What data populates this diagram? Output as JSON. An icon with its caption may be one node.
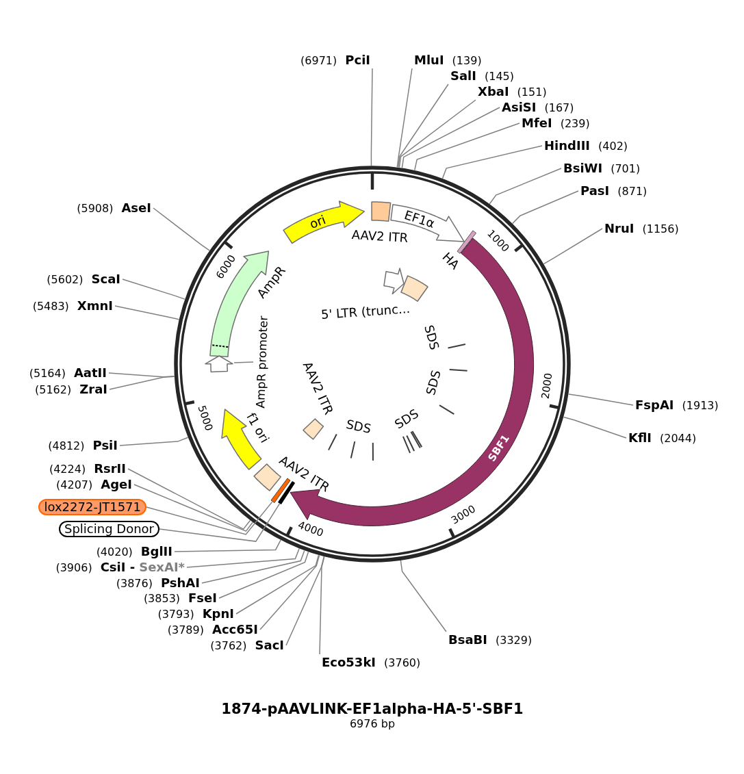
{
  "diagram": {
    "title": "1874-pAAVLINK-EF1alpha-HA-5'-SBF1",
    "nodes": [
      {
        "text": [
          "(6971)",
          "PciI"
        ]
      },
      {
        "text": [
          "MluI",
          "(139)"
        ]
      },
      {
        "text": [
          "SalI",
          "(145)"
        ]
      },
      {
        "text": [
          "XbaI",
          "(151)"
        ]
      },
      {
        "text": [
          "AsiSI",
          "(167)"
        ]
      },
      {
        "text": [
          "MfeI",
          "(239)"
        ]
      },
      {
        "text": [
          "HindIII",
          "(402)"
        ]
      },
      {
        "text": [
          "BsiWI",
          "(701)"
        ]
      },
      {
        "text": [
          "PasI",
          "(871)"
        ]
      },
      {
        "text": [
          "(5908)",
          "AseI"
        ]
      },
      {
        "text": [
          "NruI",
          "(1156)"
        ]
      },
      {
        "text": [
          "(5602)",
          "ScaI"
        ]
      },
      {
        "text": [
          "(5483)",
          "XmnI"
        ]
      },
      {
        "text": [
          "(5164)",
          "AatII"
        ]
      },
      {
        "text": [
          "(5162)",
          "ZraI"
        ]
      },
      {
        "text": [
          "FspAI",
          "(1913)"
        ]
      },
      {
        "text": [
          "KflI",
          "(2044)"
        ]
      },
      {
        "text": [
          "(4812)",
          "PsiI"
        ]
      },
      {
        "text": [
          "(4224)",
          "RsrII"
        ]
      },
      {
        "text": [
          "(4207)",
          "AgeI"
        ]
      },
      {
        "text": [
          "lox2272-JT1571"
        ]
      },
      {
        "text": [
          "Splicing Donor"
        ]
      },
      {
        "text": [
          "(4020)",
          "BglII"
        ]
      },
      {
        "text": [
          "(3906)",
          "CsiI -",
          "SexAI*"
        ]
      },
      {
        "text": [
          "(3876)",
          "PshAI"
        ]
      },
      {
        "text": [
          "(3853)",
          "FseI"
        ]
      },
      {
        "text": [
          "(3793)",
          "KpnI"
        ]
      },
      {
        "text": [
          "(3789)",
          "Acc65I"
        ]
      },
      {
        "text": [
          "(3762)",
          "SacI"
        ]
      },
      {
        "text": [
          "BsaBI",
          "(3329)"
        ]
      },
      {
        "text": [
          "Eco53kI",
          "(3760)"
        ]
      },
      {
        "text": [
          "ori"
        ]
      },
      {
        "text": [],
        "shape": "box"
      },
      {
        "text": [
          "EF1α"
        ]
      },
      {
        "text": [],
        "shape": "bar",
        "beside": [
          "HA"
        ]
      },
      {
        "text": [
          "SBF1"
        ]
      },
      {
        "text": [],
        "shape": "arrow",
        "beside": [
          "AmpR"
        ]
      },
      {
        "text": [
          "AmpR promoter"
        ]
      },
      {
        "text": [],
        "shape": "arrow"
      },
      {
        "text": [],
        "shape": "arrow",
        "beside": [
          "f1 ori"
        ]
      },
      {
        "text": [],
        "shape": "box",
        "beside": [
          "AAV2 ITR"
        ]
      },
      {
        "text": [],
        "shape": "bar"
      },
      {
        "text": [],
        "shape": "bar"
      },
      {
        "text": [],
        "shape": "arrow"
      },
      {
        "text": [],
        "shape": "box",
        "beside": [
          "5' LTR (trunc..."
        ]
      },
      {
        "text": [],
        "shape": "box",
        "beside": [
          "AAV2 ITR"
        ]
      }
    ],
    "edges": [
      {
        "from": 0,
        "to": null,
        "arrow": "none"
      },
      {
        "from": 1,
        "to": null,
        "arrow": "none"
      },
      {
        "from": 2,
        "to": null,
        "arrow": "none"
      },
      {
        "from": 3,
        "to": null,
        "arrow": "none"
      },
      {
        "from": 4,
        "to": null,
        "arrow": "none"
      },
      {
        "from": 5,
        "to": null,
        "arrow": "none"
      },
      {
        "from": 6,
        "to": null,
        "arrow": "none"
      },
      {
        "from": 7,
        "to": null,
        "arrow": "none"
      },
      {
        "from": 8,
        "to": null,
        "arrow": "none"
      },
      {
        "from": 9,
        "to": null,
        "arrow": "none"
      },
      {
        "from": 10,
        "to": null,
        "arrow": "none"
      },
      {
        "from": 11,
        "to": null,
        "arrow": "none"
      },
      {
        "from": 12,
        "to": null,
        "arrow": "none"
      },
      {
        "from": 13,
        "to": null,
        "arrow": "none"
      },
      {
        "from": 14,
        "to": null,
        "arrow": "none"
      },
      {
        "from": 15,
        "to": null,
        "arrow": "none"
      },
      {
        "from": 16,
        "to": null,
        "arrow": "none"
      },
      {
        "from": 17,
        "to": null,
        "arrow": "none"
      },
      {
        "from": 18,
        "to": null,
        "arrow": "none"
      },
      {
        "from": 19,
        "to": null,
        "arrow": "none"
      },
      {
        "from": 20,
        "to": 41,
        "arrow": "none"
      },
      {
        "from": 21,
        "to": 42,
        "arrow": "none"
      },
      {
        "from": 22,
        "to": null,
        "arrow": "none"
      },
      {
        "from": 23,
        "to": null,
        "arrow": "none"
      },
      {
        "from": 24,
        "to": null,
        "arrow": "none"
      },
      {
        "from": 25,
        "to": null,
        "arrow": "none"
      },
      {
        "from": 26,
        "to": null,
        "arrow": "none"
      },
      {
        "from": 27,
        "to": null,
        "arrow": "none"
      },
      {
        "from": 28,
        "to": null,
        "arrow": "none"
      },
      {
        "from": 29,
        "to": null,
        "arrow": "none"
      },
      {
        "from": 30,
        "to": null,
        "arrow": "none"
      },
      {
        "from": 37,
        "to": 38,
        "arrow": "none"
      }
    ],
    "labels": [
      "AAV2 ITR",
      "1000",
      "6000",
      "SDS",
      "SDS",
      "2000",
      "5000",
      "SDS",
      "SDS",
      "3000",
      "4000",
      "6976 bp"
    ]
  }
}
